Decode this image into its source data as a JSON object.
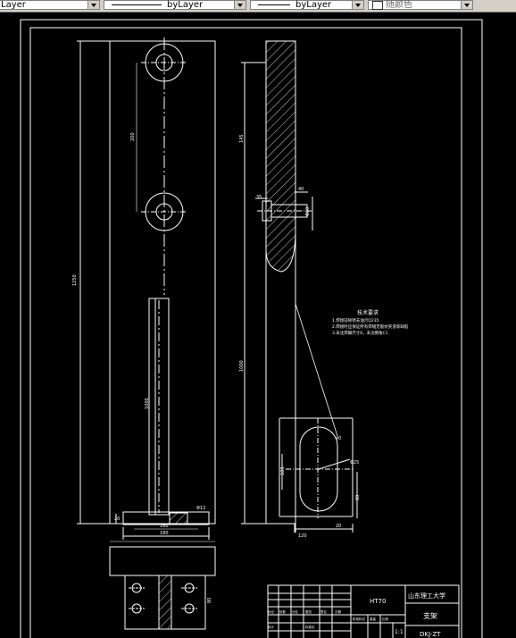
{
  "toolbar": {
    "layer_combo": {
      "value": "Layer"
    },
    "linetype_combo": {
      "value": "byLayer"
    },
    "lineweight_combo": {
      "value": "byLayer"
    },
    "color_combo": {
      "value": "随颜色"
    }
  },
  "drawing": {
    "dimensions": {
      "overall_height": "1250",
      "upper_span": "145",
      "pin_span": "200",
      "side_length": "1000",
      "base_width": "180",
      "base_height": "20",
      "base_offset": "160",
      "slot_width": "40",
      "slot_height": "100",
      "slot_length": "80",
      "slot_offset": "120",
      "fit": "Φ20",
      "bolt_len": "40",
      "pin_len": "35",
      "hole_a": "Φ12",
      "hole_b": "Φ25"
    },
    "technical_requirements": {
      "title": "技术要求",
      "items": [
        "1.焊接前除锈去油污Q235",
        "2.焊接时应保证所有焊缝无裂纹夹渣等缺陷",
        "3.未注焊脚尺寸6，未注倒角C1"
      ]
    },
    "title_block": {
      "material": "HT70",
      "school": "山东理工大学",
      "part_name": "支架",
      "drawing_no": "DKJ-ZT",
      "scale": "1:1",
      "row_labels": [
        "标记",
        "处数",
        "分区",
        "更改",
        "签名",
        "日期"
      ],
      "row_labels2": [
        "设计",
        "",
        "",
        "标准化",
        "",
        ""
      ],
      "stage_labels": [
        "阶段标记",
        "重量",
        "比例"
      ]
    }
  }
}
